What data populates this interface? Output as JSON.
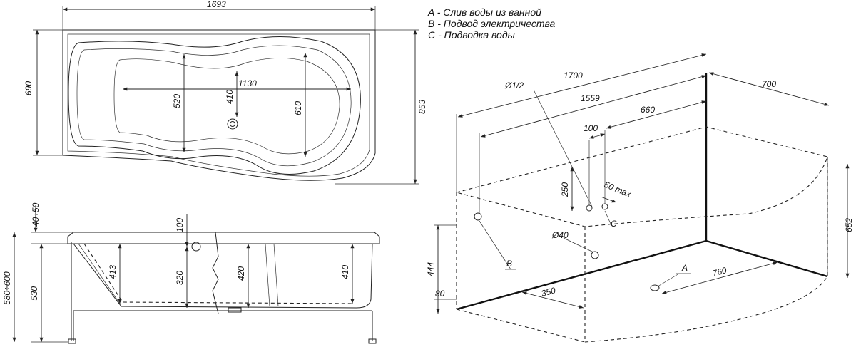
{
  "legend": [
    "A - Слив воды из ванной",
    "B - Подвод электричества",
    "C - Подводка воды"
  ],
  "top_view": {
    "length": "1693",
    "width_left": "690",
    "width_right": "853",
    "inner_length": "1130",
    "width_520": "520",
    "width_410": "410",
    "width_610": "610"
  },
  "side_view": {
    "dim_40_50": "40÷50",
    "dim_580_600": "580÷600",
    "dim_530": "530",
    "dim_413": "413",
    "dim_100": "100",
    "dim_320": "320",
    "dim_420": "420",
    "dim_410": "410"
  },
  "install_view": {
    "dim_1700": "1700",
    "dim_700": "700",
    "dim_1559": "1559",
    "dim_660": "660",
    "dim_100": "100",
    "dim_250": "250",
    "dim_50max": "50 max",
    "dim_d12": "Ø1/2",
    "dim_d40": "Ø40",
    "dim_652": "652",
    "dim_444": "444",
    "dim_80": "80",
    "dim_350": "350",
    "dim_760": "760",
    "label_a": "A",
    "label_b": "B",
    "label_c": "C"
  }
}
